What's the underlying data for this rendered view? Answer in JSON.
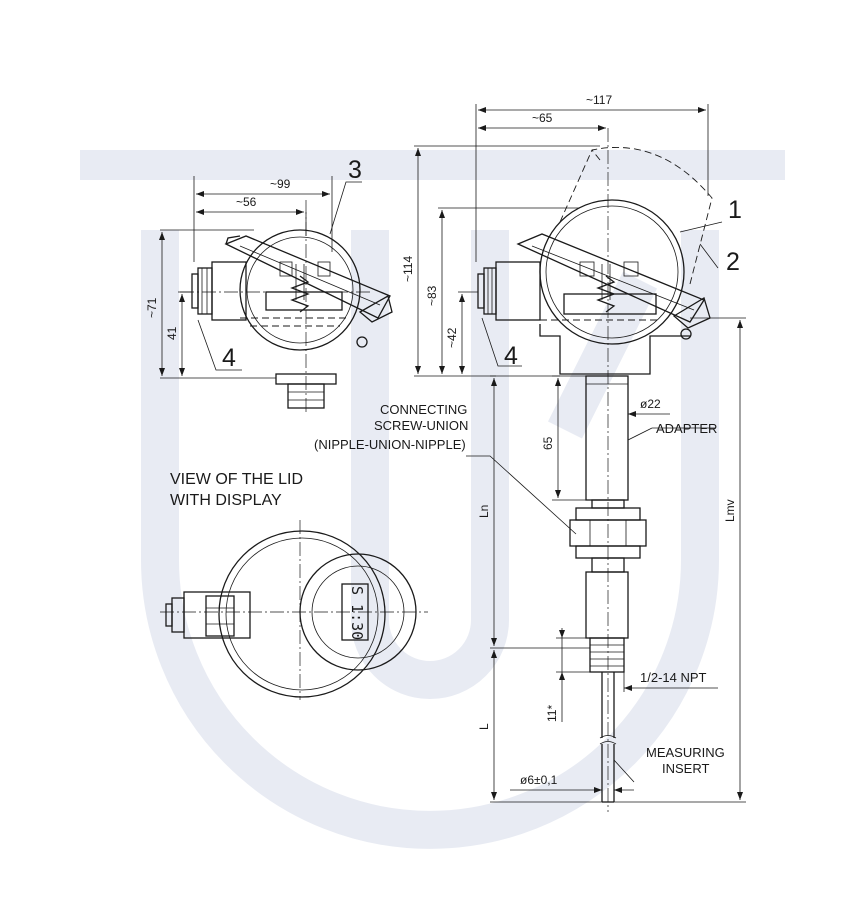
{
  "dimensions": {
    "w117": "~117",
    "w65": "~65",
    "w99": "~99",
    "w56": "~56",
    "h114": "~114",
    "h83": "~83",
    "h42": "~42",
    "h71": "~71",
    "h41": "41",
    "adapter_len": "65",
    "diam22": "ø22",
    "ln": "Ln",
    "lmv": "Lmv",
    "l": "L",
    "thread_len": "11*",
    "diam6": "ø6±0,1"
  },
  "callouts": {
    "c1": "1",
    "c2": "2",
    "c3": "3",
    "c4_left": "4",
    "c4_right": "4"
  },
  "labels": {
    "union_line1": "CONNECTING",
    "union_line2": "SCREW-UNION",
    "union_line3": "(NIPPLE-UNION-NIPPLE)",
    "adapter": "ADAPTER",
    "thread": "1/2-14 NPT",
    "insert_line1": "MEASURING",
    "insert_line2": "INSERT",
    "lid_line1": "VIEW OF THE LID",
    "lid_line2": "WITH DISPLAY"
  },
  "display": {
    "reading": "S 1:30"
  },
  "watermark_color": "#e8ebf3"
}
